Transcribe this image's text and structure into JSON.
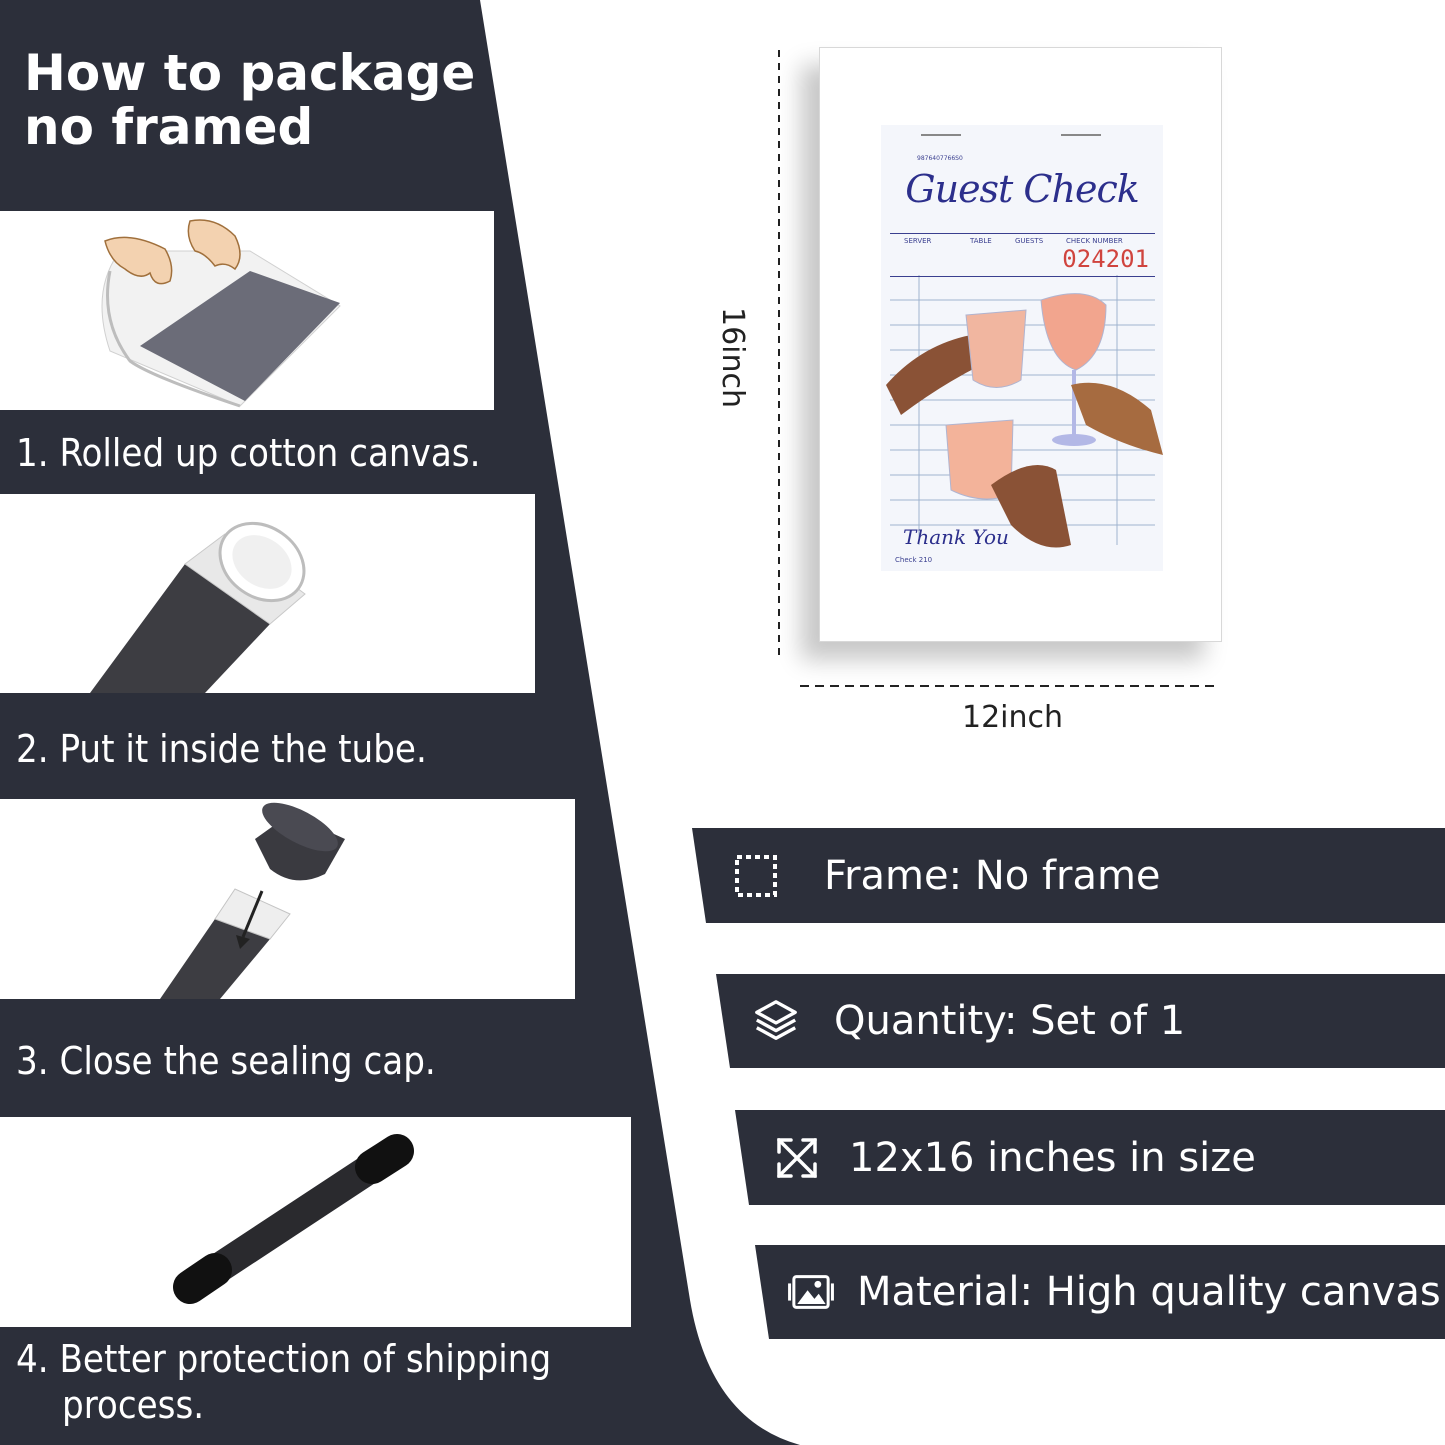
{
  "packaging": {
    "title": "How to package\nno framed",
    "steps": [
      {
        "label": "1. Rolled up cotton canvas.",
        "icon": "rolled-canvas-illustration"
      },
      {
        "label": "2. Put it inside the tube.",
        "icon": "tube-insert-illustration"
      },
      {
        "label": "3. Close the sealing cap.",
        "icon": "sealing-cap-illustration"
      },
      {
        "label_line1": "4. Better protection of shipping",
        "label_line2": "process.",
        "icon": "sealed-tube-illustration"
      }
    ]
  },
  "product": {
    "height_label": "16inch",
    "width_label": "12inch",
    "artwork": {
      "heading": "Guest Check",
      "columns": [
        "SERVER",
        "TABLE",
        "GUESTS",
        "CHECK NUMBER"
      ],
      "check_number": "024201",
      "serial": "9876407766S0",
      "closing": "Thank You",
      "footer": "Check 210"
    }
  },
  "specs": [
    {
      "text": "Frame: No frame",
      "icon": "frame-icon"
    },
    {
      "text": "Quantity: Set of 1",
      "icon": "layers-icon"
    },
    {
      "text": "12x16 inches in size",
      "icon": "resize-icon"
    },
    {
      "text": "Material: High quality canvas",
      "icon": "image-icon"
    }
  ],
  "colors": {
    "dark": "#2c2f3a",
    "white": "#ffffff",
    "accent_blue": "#2c2f8c",
    "accent_red": "#d0443e"
  }
}
